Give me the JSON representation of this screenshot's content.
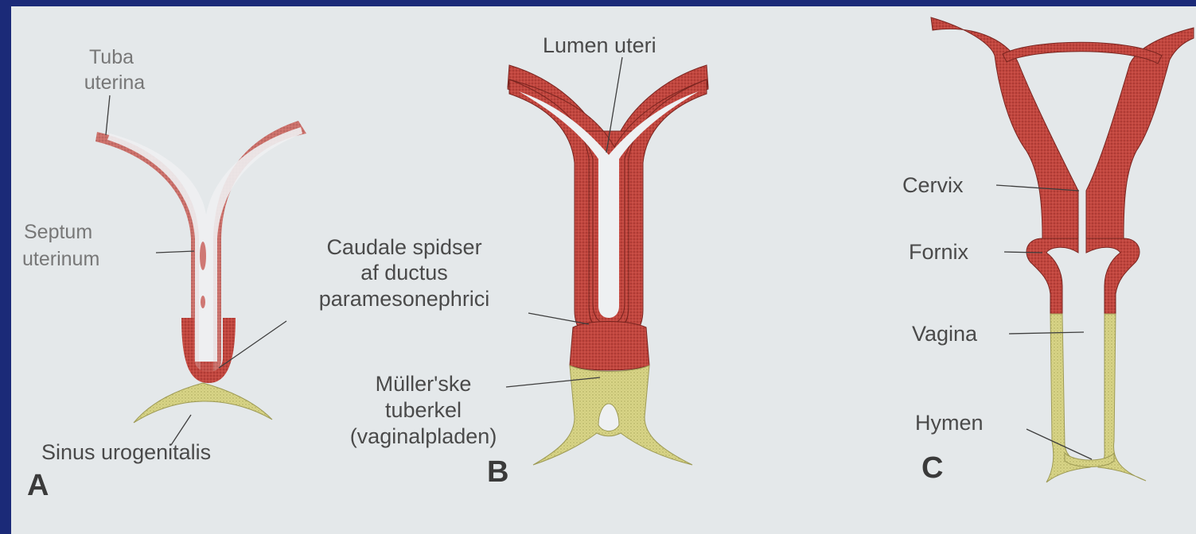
{
  "colors": {
    "frame": "#1b2a78",
    "paper": "#e4e8ea",
    "tissue_red": "#c2463e",
    "tissue_yellow": "#d8d486",
    "text": "#4a4a4a",
    "faint_text": "#c9cccf"
  },
  "panel_a": {
    "letter": "A",
    "labels": {
      "tuba_line1": "Tuba",
      "tuba_line2": "uterina",
      "septum_line1": "Septum",
      "septum_line2": "uterinum",
      "sinus": "Sinus urogenitalis"
    }
  },
  "panel_b": {
    "letter": "B",
    "labels": {
      "lumen": "Lumen uteri",
      "caudale_line1": "Caudale spidser",
      "caudale_line2": "af ductus",
      "caudale_line3": "paramesonephrici",
      "muller_line1": "Müller'ske",
      "muller_line2": "tuberkel",
      "muller_line3": "(vaginalpladen)"
    }
  },
  "panel_c": {
    "letter": "C",
    "labels": {
      "cervix": "Cervix",
      "fornix": "Fornix",
      "vagina": "Vagina",
      "hymen": "Hymen"
    }
  }
}
